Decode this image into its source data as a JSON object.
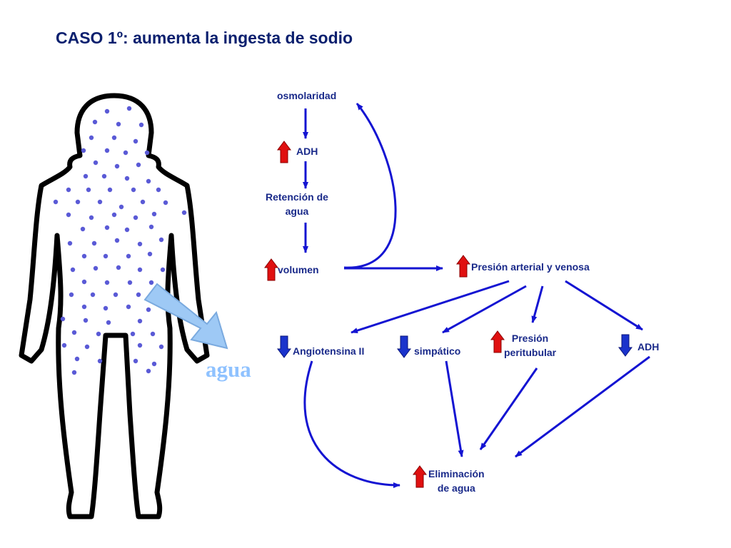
{
  "title": "CASO 1º: aumenta  la ingesta de sodio",
  "agua_label": "agua",
  "colors": {
    "arrow_blue": "#1414d2",
    "up_red": "#e01010",
    "down_blue": "#1a33cc",
    "text": "#1a2a8a",
    "title": "#0a1f6e",
    "big_arrow": "#9ec9f5",
    "dots": "#5a5ad6"
  },
  "nodes": {
    "osmolaridad": [
      "osmolaridad"
    ],
    "adh_top": [
      "ADH"
    ],
    "retencion": [
      "Retención de",
      "agua"
    ],
    "volumen": [
      "volumen"
    ],
    "presion_arterial": [
      "Presión arterial y venosa"
    ],
    "angiotensina": [
      "Angiotensina II"
    ],
    "simpatico": [
      "simpático"
    ],
    "presion_peritubular": [
      "Presión",
      "peritubular"
    ],
    "adh_right": [
      "ADH"
    ],
    "eliminacion": [
      "Eliminación",
      "de agua"
    ]
  },
  "indicators": {
    "adh_top": "up",
    "volumen": "up",
    "presion_arterial": "up",
    "angiotensina": "down",
    "simpatico": "down",
    "presion_peritubular": "up",
    "adh_right": "down",
    "eliminacion": "up"
  },
  "icons": [
    "human-body-silhouette-icon",
    "water-outflow-arrow-icon",
    "up-arrow-icon",
    "down-arrow-icon"
  ]
}
